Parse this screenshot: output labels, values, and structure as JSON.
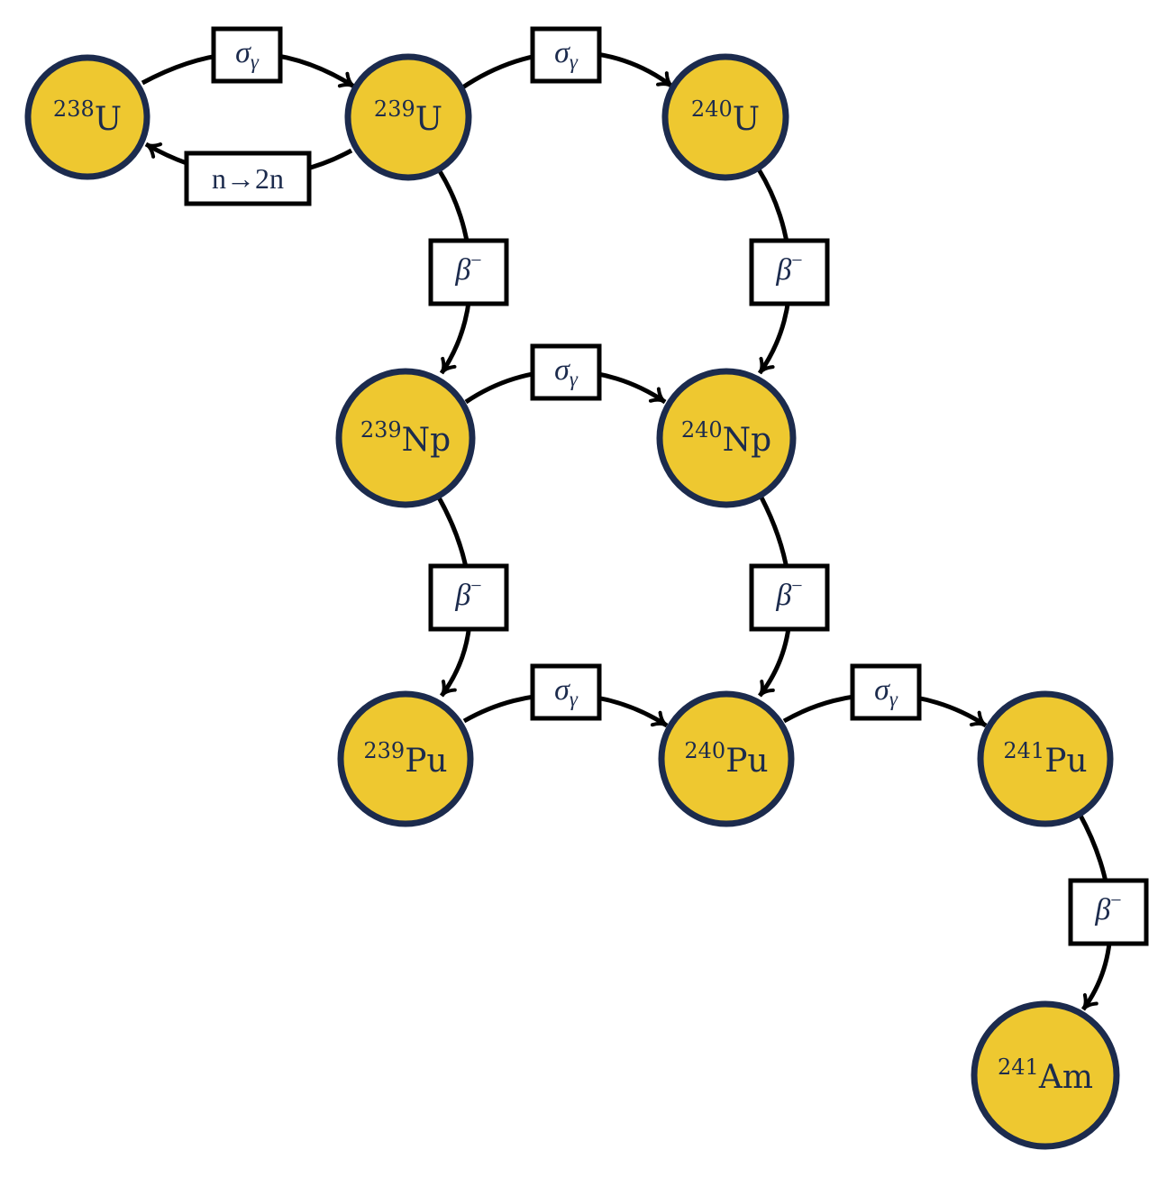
{
  "colors": {
    "node_fill": "#eec830",
    "node_stroke": "#1c2b4d",
    "text": "#1c2b4d",
    "edge": "#000000"
  },
  "nodes": [
    {
      "id": "U238",
      "mass": "238",
      "symbol": "U"
    },
    {
      "id": "U239",
      "mass": "239",
      "symbol": "U"
    },
    {
      "id": "U240",
      "mass": "240",
      "symbol": "U"
    },
    {
      "id": "Np239",
      "mass": "239",
      "symbol": "Np"
    },
    {
      "id": "Np240",
      "mass": "240",
      "symbol": "Np"
    },
    {
      "id": "Pu239",
      "mass": "239",
      "symbol": "Pu"
    },
    {
      "id": "Pu240",
      "mass": "240",
      "symbol": "Pu"
    },
    {
      "id": "Pu241",
      "mass": "241",
      "symbol": "Pu"
    },
    {
      "id": "Am241",
      "mass": "241",
      "symbol": "Am"
    }
  ],
  "edges": [
    {
      "from": "U238",
      "to": "U239",
      "kind": "capture",
      "label": "σ",
      "sub": "γ"
    },
    {
      "from": "U239",
      "to": "U238",
      "kind": "n2n",
      "label": "n→2n"
    },
    {
      "from": "U239",
      "to": "U240",
      "kind": "capture",
      "label": "σ",
      "sub": "γ"
    },
    {
      "from": "U239",
      "to": "Np239",
      "kind": "beta",
      "label": "β",
      "sup": "−"
    },
    {
      "from": "U240",
      "to": "Np240",
      "kind": "beta",
      "label": "β",
      "sup": "−"
    },
    {
      "from": "Np239",
      "to": "Np240",
      "kind": "capture",
      "label": "σ",
      "sub": "γ"
    },
    {
      "from": "Np239",
      "to": "Pu239",
      "kind": "beta",
      "label": "β",
      "sup": "−"
    },
    {
      "from": "Np240",
      "to": "Pu240",
      "kind": "beta",
      "label": "β",
      "sup": "−"
    },
    {
      "from": "Pu239",
      "to": "Pu240",
      "kind": "capture",
      "label": "σ",
      "sub": "γ"
    },
    {
      "from": "Pu240",
      "to": "Pu241",
      "kind": "capture",
      "label": "σ",
      "sub": "γ"
    },
    {
      "from": "Pu241",
      "to": "Am241",
      "kind": "beta",
      "label": "β",
      "sup": "−"
    }
  ]
}
